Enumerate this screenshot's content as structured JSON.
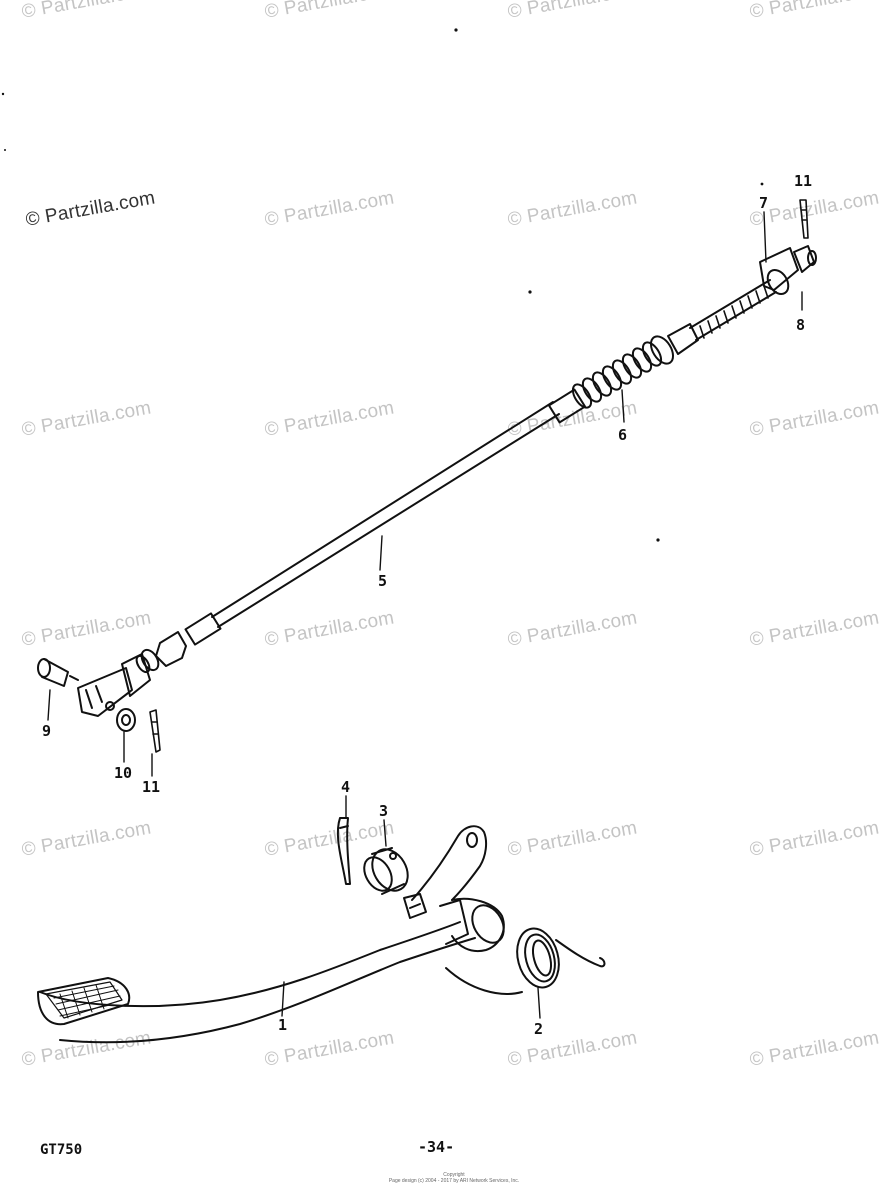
{
  "watermark": {
    "text": "© Partzilla.com",
    "color": "#c4c4c4",
    "highlight_text": "© Partzilla.com"
  },
  "callouts": {
    "pedal": "1",
    "spring": "2",
    "collar": "3",
    "cotter_pin_4": "4",
    "rod": "5",
    "spring_6": "6",
    "joint_7": "7",
    "nut_8": "8",
    "pin_9": "9",
    "washer_10": "10",
    "cotter_pin_11_top": "11",
    "cotter_pin_11_left": "11"
  },
  "footer": {
    "model": "GT750",
    "page_number": "-34-",
    "copyright_line1": "Copyright",
    "copyright_line2": "Page design (c) 2004 - 2017 by ARI Network Services, Inc."
  }
}
